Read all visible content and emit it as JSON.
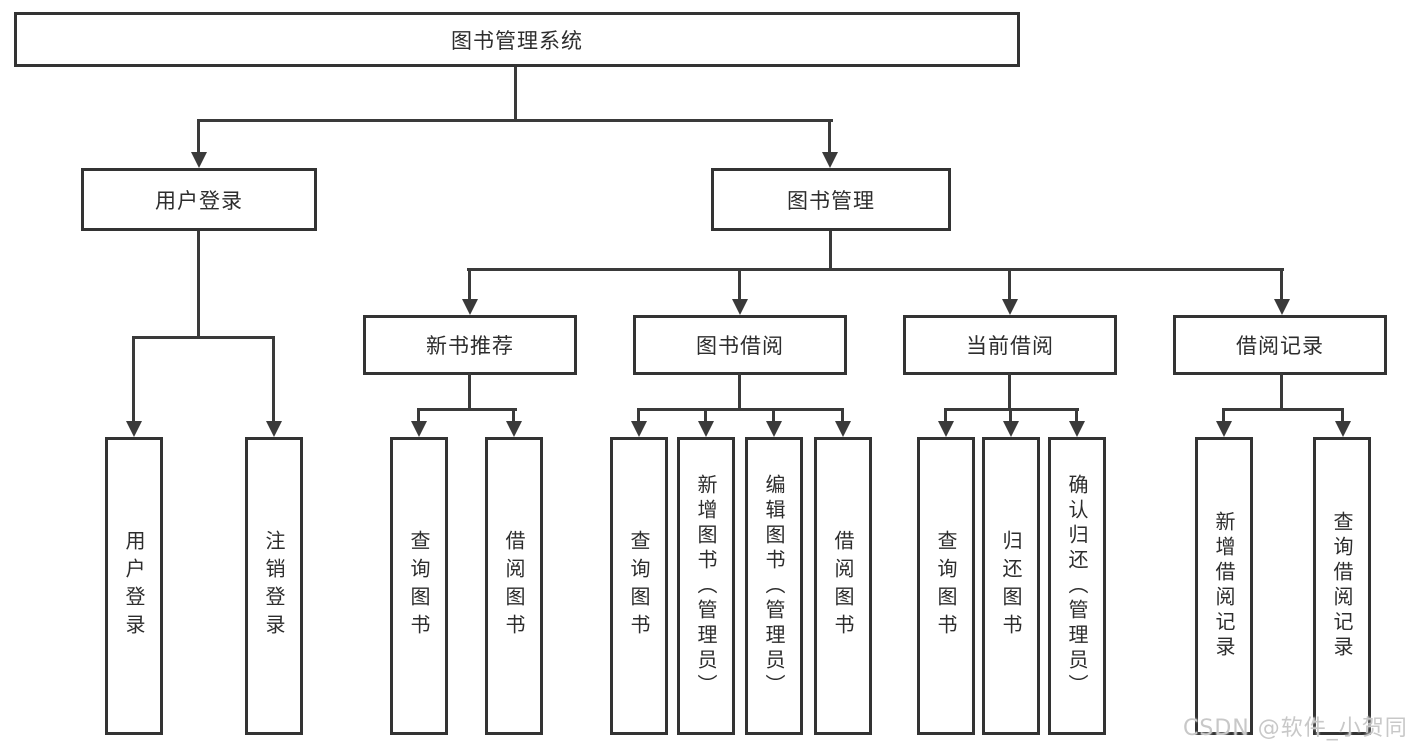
{
  "tree": {
    "label": "图书管理系统",
    "children": [
      {
        "label": "用户登录",
        "children": [
          {
            "label": "用户登录"
          },
          {
            "label": "注销登录"
          }
        ]
      },
      {
        "label": "图书管理",
        "children": [
          {
            "label": "新书推荐",
            "children": [
              {
                "label": "查询图书"
              },
              {
                "label": "借阅图书"
              }
            ]
          },
          {
            "label": "图书借阅",
            "children": [
              {
                "label": "查询图书"
              },
              {
                "label": "新增图书（管理员）"
              },
              {
                "label": "编辑图书（管理员）"
              },
              {
                "label": "借阅图书"
              }
            ]
          },
          {
            "label": "当前借阅",
            "children": [
              {
                "label": "查询图书"
              },
              {
                "label": "归还图书"
              },
              {
                "label": "确认归还（管理员）"
              }
            ]
          },
          {
            "label": "借阅记录",
            "children": [
              {
                "label": "新增借阅记录"
              },
              {
                "label": "查询借阅记录"
              }
            ]
          }
        ]
      }
    ]
  },
  "watermark": {
    "text": "CSDN @软件_小贺同学"
  },
  "colors": {
    "line": "#3a3a3a",
    "border": "#333333",
    "text": "#2d2d2d",
    "watermark": "#c8c8c8",
    "background": "#ffffff"
  }
}
